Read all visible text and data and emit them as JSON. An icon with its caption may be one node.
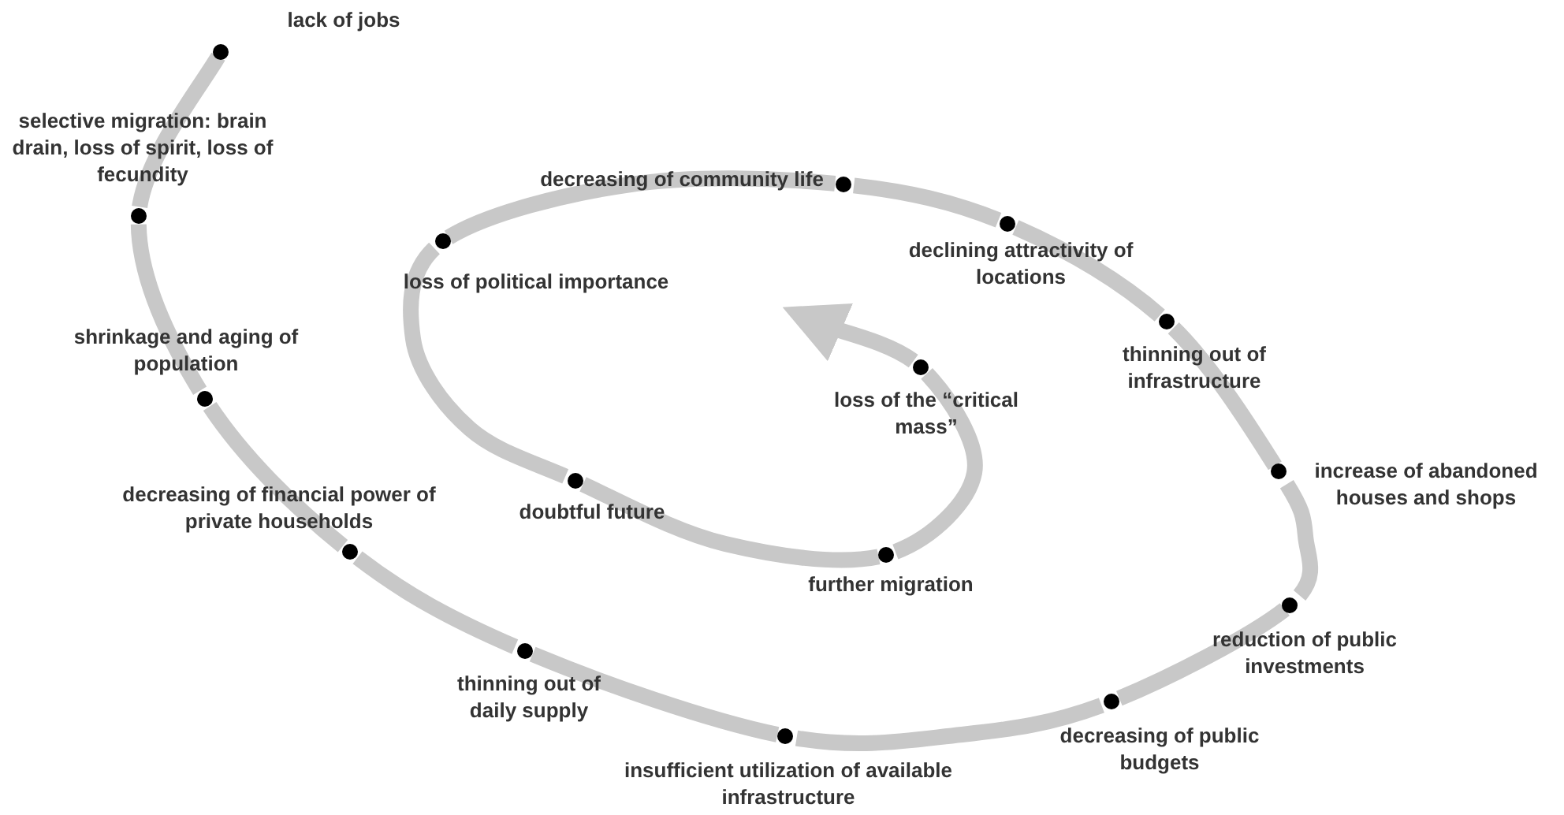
{
  "diagram": {
    "nodes": [
      {
        "text": [],
        "shape": "circle",
        "beside": [
          "lack of jobs"
        ]
      },
      {
        "text": [],
        "shape": "circle",
        "beside": [
          "selective migration: brain drain, loss of spirit, loss of fecundity"
        ]
      },
      {
        "text": [],
        "shape": "circle",
        "beside": [
          "shrinkage and aging of population"
        ]
      },
      {
        "text": [],
        "shape": "circle",
        "beside": [
          "decreasing of financial power of private households"
        ]
      },
      {
        "text": [],
        "shape": "circle",
        "beside": [
          "thinning out of daily supply"
        ]
      },
      {
        "text": [],
        "shape": "circle",
        "beside": [
          "insufficient utilization of available infrastructure"
        ]
      },
      {
        "text": [],
        "shape": "circle",
        "beside": [
          "decreasing of public budgets"
        ]
      },
      {
        "text": [],
        "shape": "circle",
        "beside": [
          "reduction of public investments"
        ]
      },
      {
        "text": [],
        "shape": "circle",
        "beside": [
          "increase of abandoned houses and shops"
        ]
      },
      {
        "text": [],
        "shape": "circle",
        "beside": [
          "thinning out of infrastructure"
        ]
      },
      {
        "text": [],
        "shape": "circle",
        "beside": [
          "declining attractivity of locations"
        ]
      },
      {
        "text": [],
        "shape": "circle",
        "beside": [
          "decreasing of community life"
        ]
      },
      {
        "text": [],
        "shape": "circle",
        "beside": [
          "loss of political importance"
        ]
      },
      {
        "text": [],
        "shape": "circle",
        "beside": [
          "doubtful future"
        ]
      },
      {
        "text": [],
        "shape": "circle",
        "beside": [
          "further migration"
        ]
      },
      {
        "text": [],
        "shape": "circle",
        "beside": [
          "loss of the “critical mass”"
        ]
      }
    ],
    "edges": [
      {
        "from": 0,
        "to": 1,
        "arrow": "none"
      },
      {
        "from": 1,
        "to": 2,
        "arrow": "none"
      },
      {
        "from": 2,
        "to": 3,
        "arrow": "none"
      },
      {
        "from": 3,
        "to": 4,
        "arrow": "none"
      },
      {
        "from": 4,
        "to": 5,
        "arrow": "none"
      },
      {
        "from": 5,
        "to": 6,
        "arrow": "none"
      },
      {
        "from": 6,
        "to": 7,
        "arrow": "none"
      },
      {
        "from": 7,
        "to": 8,
        "arrow": "none"
      },
      {
        "from": 8,
        "to": 9,
        "arrow": "none"
      },
      {
        "from": 9,
        "to": 10,
        "arrow": "none"
      },
      {
        "from": 10,
        "to": 11,
        "arrow": "none"
      },
      {
        "from": 11,
        "to": 12,
        "arrow": "none"
      },
      {
        "from": 12,
        "to": 13,
        "arrow": "none"
      },
      {
        "from": 13,
        "to": 14,
        "arrow": "none"
      },
      {
        "from": 14,
        "to": 15,
        "arrow": "none"
      },
      {
        "from": 15,
        "to": null,
        "arrow": "to"
      }
    ]
  }
}
